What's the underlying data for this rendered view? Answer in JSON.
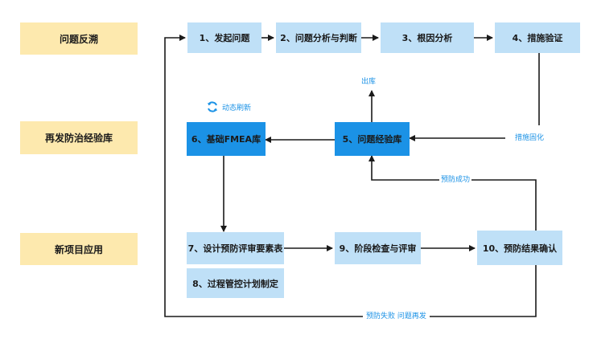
{
  "stages": {
    "trace": "问题反溯",
    "library": "再发防治经验库",
    "application": "新项目应用"
  },
  "steps": {
    "s1": "1、发起问题",
    "s2": "2、问题分析与判断",
    "s3": "3、根因分析",
    "s4": "4、措施验证",
    "s5": "5、问题经验库",
    "s6": "6、基础FMEA库",
    "s7": "7、设计预防评审要素表",
    "s8": "8、过程管控计划制定",
    "s9": "9、阶段检查与评审",
    "s10": "10、预防结果确认"
  },
  "labels": {
    "outbound": "出库",
    "dynamic_refresh": "动态刷新",
    "measure_solidify": "措施固化",
    "prevention_success": "预防成功",
    "prevention_failure": "预防失败  问题再发"
  },
  "colors": {
    "stage_fill": "#fde9ae",
    "step_fill": "#bfe0f7",
    "highlight_fill": "#1b92e6",
    "accent": "#1b92e6",
    "line": "#1a1a1a"
  },
  "icons": {
    "refresh": "refresh-icon"
  }
}
